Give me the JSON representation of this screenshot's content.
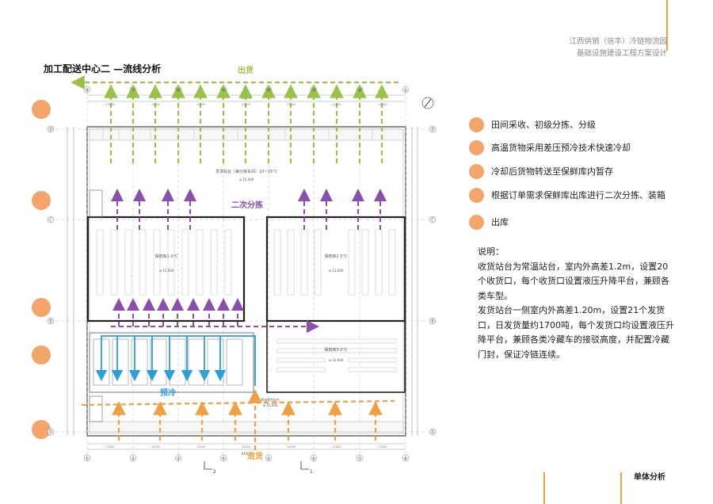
{
  "header": {
    "line1": "江西供销（信丰）冷链物流园",
    "line2": "基础设施建设工程方案设计"
  },
  "page_title": "加工配送中心二 —流线分析",
  "flow_labels": {
    "shipping": "出货",
    "secondary_sorting": "二次分拣",
    "precooling": "预冷",
    "receiving": "进货"
  },
  "legend": [
    "田间采收、初级分拣、分级",
    "高温货物采用差压预冷技术快速冷却",
    "冷却后货物转送至保鲜库内暂存",
    "根据订单需求保鲜库出库进行二次分拣、装箱",
    "出库"
  ],
  "notes": {
    "heading": "说明：",
    "para1": "收货站台为常温站台，室内外高差1.2m，设置20个收货口，每个收货口设置液压升降平台，兼顾各类车型。",
    "para2": "发货站台一侧室内外高差1.20m，设置21个发货口，日发货量约1700吨，每个发货口均设置液压升降平台，兼顾各类冷藏车的接驳高度，并配置冷藏门封，保证冷链连续。"
  },
  "footer": "单体分析",
  "plan": {
    "grid_top": [
      "⑨",
      "⑦",
      "⑥",
      "⑤",
      "④",
      "③",
      "②",
      "①"
    ],
    "grid_bottom": [
      "①",
      "②",
      "③",
      "④",
      "⑤",
      "⑥",
      "⑦",
      "⑧"
    ],
    "grid_rows": [
      "Ⓓ",
      "Ⓒ",
      "Ⓑ",
      "Ⓐ"
    ],
    "total_width": "84000",
    "bay_dim": "12000",
    "room_labels": {
      "sorting_hall": "发货站台（兼分拣车间）10~15°C",
      "cold_room_1": "保鲜库1  0°C",
      "cold_room_2": "保鲜库2  0°C",
      "cold_room_3": "保鲜库3  0°C",
      "precool_room": "预冷",
      "receiving_dock": "常温收货站台",
      "area_tag": "⊕ 12,000"
    },
    "section_marks": [
      "2",
      "1"
    ]
  },
  "colors": {
    "orange": "#f0a040",
    "green": "#9bc248",
    "purple": "#8a4fae",
    "blue": "#2a9fd8",
    "legend_dot": "#f3a56a"
  }
}
